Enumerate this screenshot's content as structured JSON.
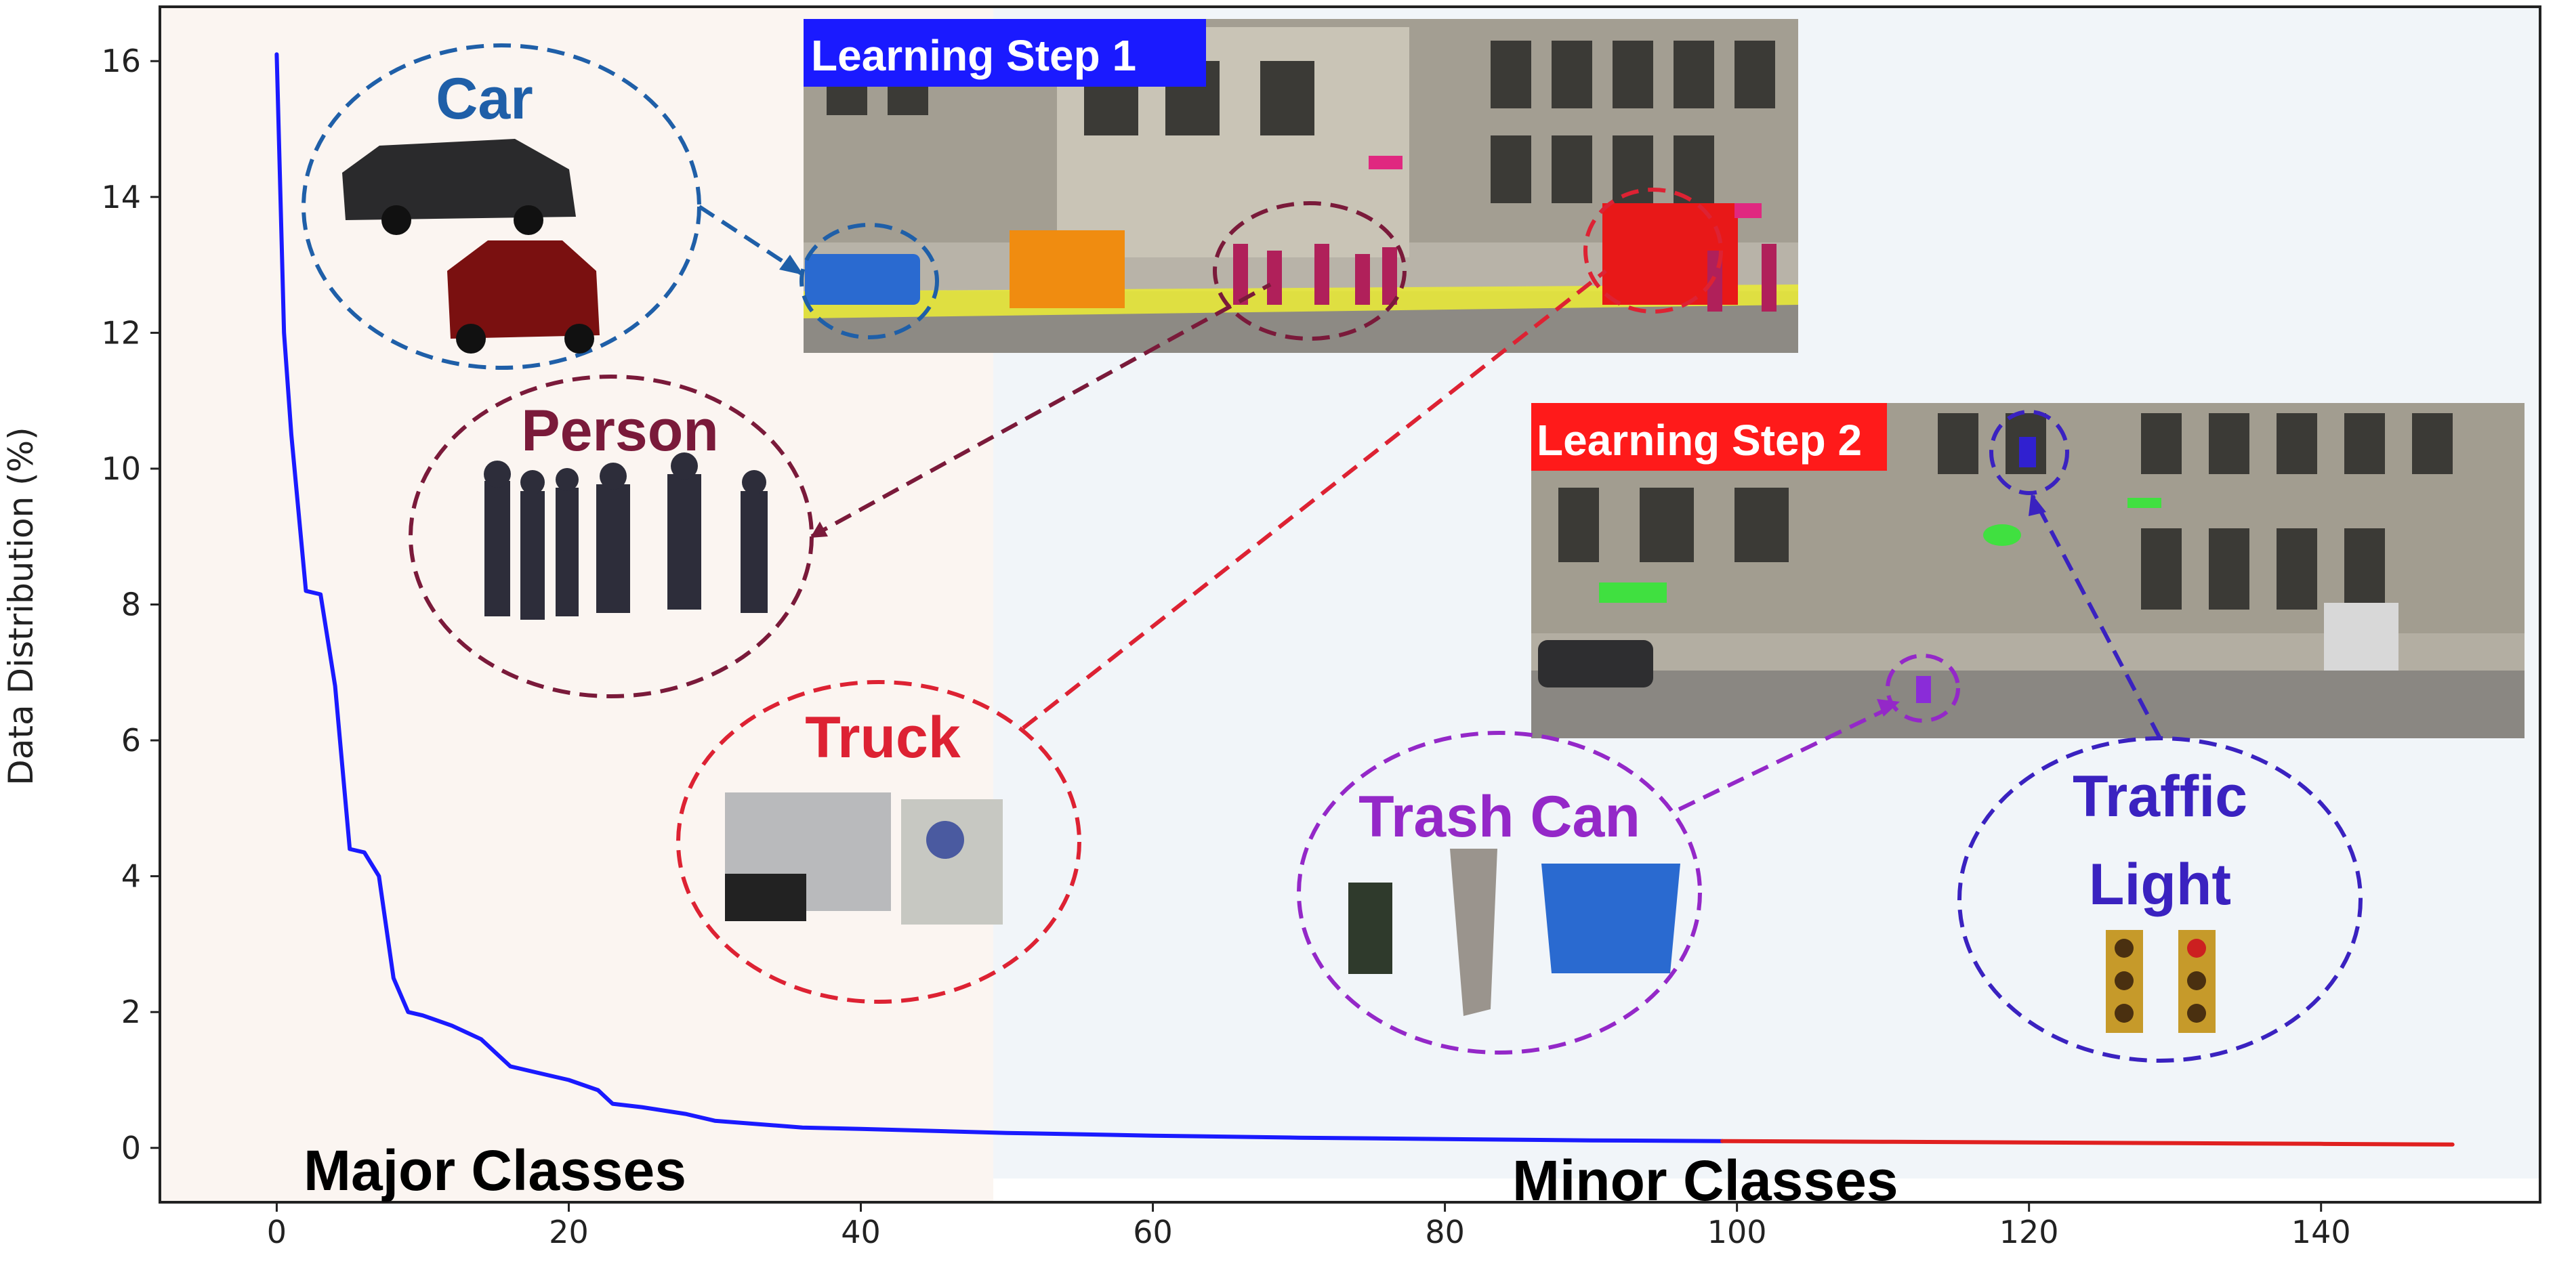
{
  "chart_data": {
    "type": "line",
    "xlabel": "",
    "ylabel": "Data Distribution (%)",
    "xlim": [
      -8,
      155
    ],
    "ylim": [
      -0.8,
      16.8
    ],
    "xticks": [
      0,
      20,
      40,
      60,
      80,
      100,
      120,
      140
    ],
    "yticks": [
      0,
      2,
      4,
      6,
      8,
      10,
      12,
      14,
      16
    ],
    "grid": false,
    "series": [
      {
        "color": "#1a1aff",
        "x": [
          0,
          0.5,
          1,
          2,
          3,
          4,
          5,
          6,
          7,
          8,
          9,
          10,
          12,
          14,
          15,
          16,
          18,
          20,
          22,
          23,
          25,
          28,
          30,
          33,
          36,
          40,
          50,
          60,
          70,
          80,
          90,
          99
        ],
        "y": [
          16.1,
          12.0,
          10.5,
          8.2,
          8.15,
          6.8,
          4.4,
          4.35,
          4.0,
          2.5,
          2.0,
          1.95,
          1.8,
          1.6,
          1.4,
          1.2,
          1.1,
          1.0,
          0.85,
          0.65,
          0.6,
          0.5,
          0.4,
          0.35,
          0.3,
          0.28,
          0.22,
          0.18,
          0.15,
          0.13,
          0.11,
          0.1
        ]
      },
      {
        "color": "#e02020",
        "x": [
          99,
          110,
          120,
          130,
          140,
          149
        ],
        "y": [
          0.1,
          0.09,
          0.08,
          0.07,
          0.06,
          0.05
        ]
      }
    ],
    "regions": [
      {
        "label": "Major Classes",
        "from": -8,
        "to": 49,
        "color": "#fbf5f1"
      },
      {
        "label": "Minor Classes",
        "from": 49,
        "to": 155,
        "color": "#f1f5f9"
      }
    ]
  },
  "annotations": {
    "step1": {
      "label": "Learning Step 1",
      "color": "#1a1aff"
    },
    "step2": {
      "label": "Learning Step 2",
      "color": "#ff1a1a"
    },
    "classes": [
      {
        "label": "Car",
        "color": "#1f5fa8"
      },
      {
        "label": "Person",
        "color": "#7a1a3a"
      },
      {
        "label": "Truck",
        "color": "#dd2233"
      },
      {
        "label": "Trash Can",
        "color": "#9428c8"
      },
      {
        "label": "Traffic",
        "label2": "Light",
        "color": "#3a22c0"
      }
    ]
  }
}
